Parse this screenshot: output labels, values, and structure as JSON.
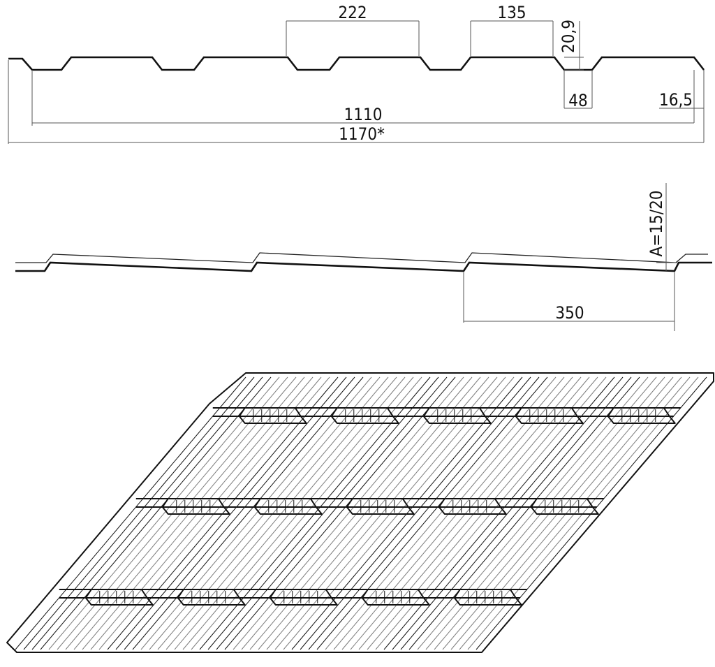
{
  "drawing": {
    "cross_section": {
      "labels": {
        "module_width": "222",
        "top_flat": "135",
        "rib_height": "20,9",
        "bottom_flat": "48",
        "edge_overhang": "16,5",
        "useful_width": "1110",
        "total_width": "1170*"
      }
    },
    "step_profile": {
      "labels": {
        "step_height": "A=15/20",
        "step_length": "350"
      }
    },
    "isometric_view": {
      "tile_columns": 5,
      "tile_rows": 3
    }
  }
}
